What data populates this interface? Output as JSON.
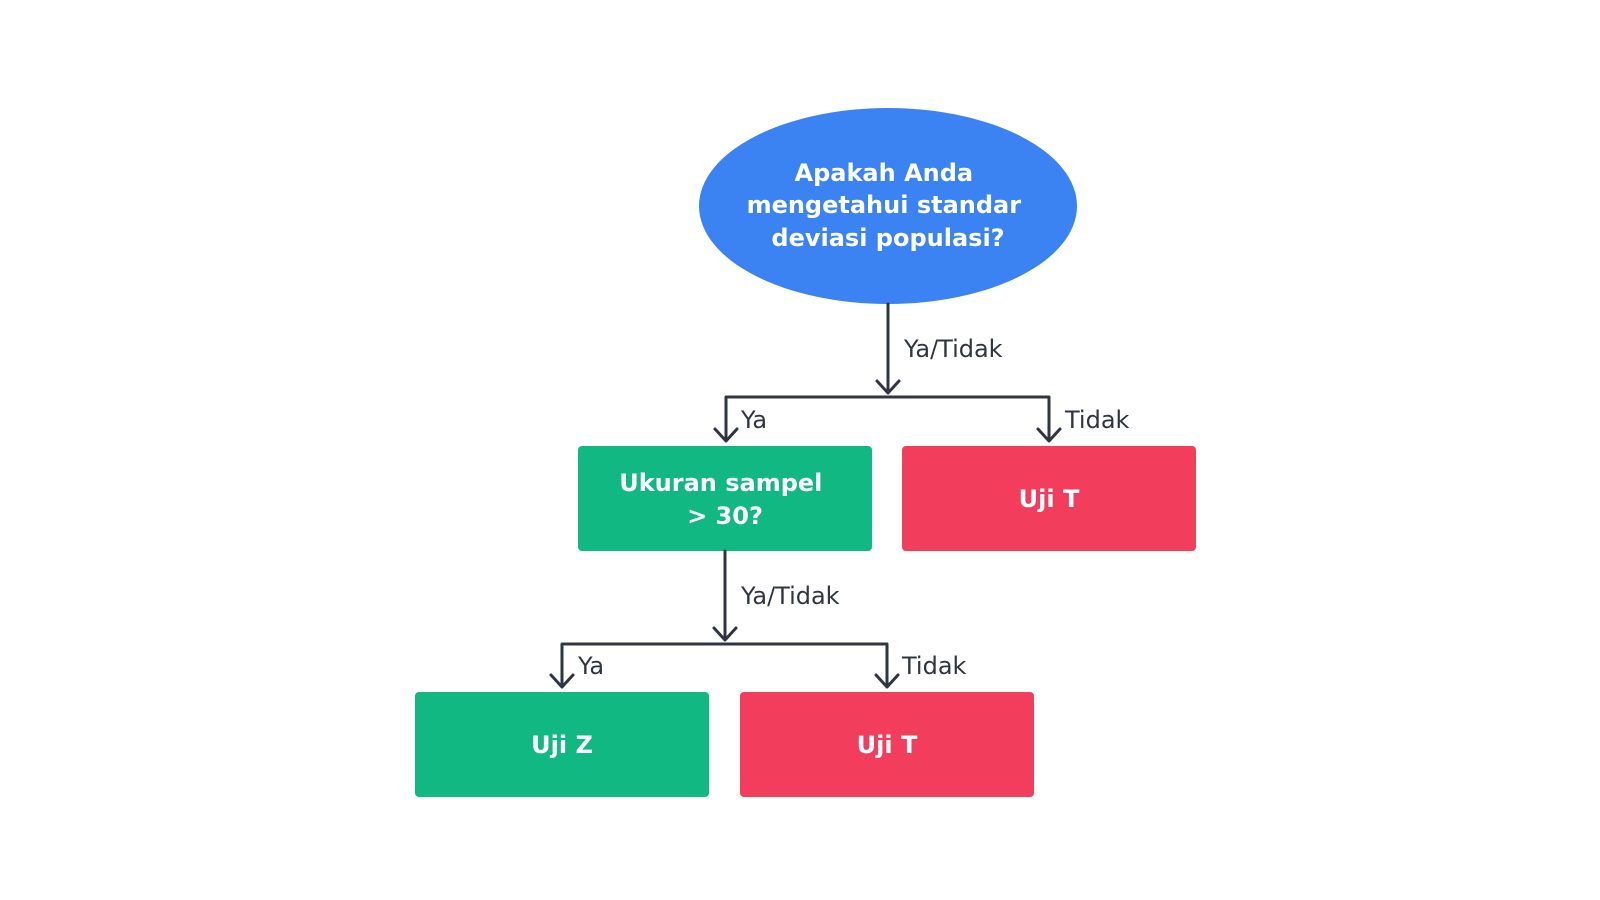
{
  "colors": {
    "question_blue": "#3b82f3",
    "yes_green": "#12b882",
    "no_red": "#f23e5c",
    "connector": "#2f3542",
    "label_text": "#2f3640",
    "node_text": "#ffffff"
  },
  "nodes": {
    "root_question": [
      "Apakah Anda",
      "mengetahui standar",
      "deviasi populasi?"
    ],
    "sample_size_question": [
      "Ukuran sampel",
      "> 30?"
    ],
    "result_t_top": "Uji T",
    "result_z": "Uji Z",
    "result_t_bottom": "Uji T"
  },
  "edges": {
    "root_split_label": "Ya/Tidak",
    "root_yes_label": "Ya",
    "root_no_label": "Tidak",
    "sample_split_label": "Ya/Tidak",
    "sample_yes_label": "Ya",
    "sample_no_label": "Tidak"
  }
}
